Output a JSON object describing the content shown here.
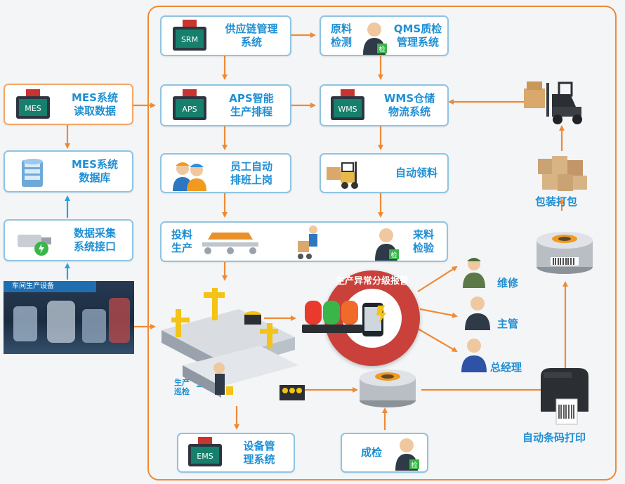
{
  "colors": {
    "accent": "#1f8fd3",
    "arrow": "#ee8a35",
    "border": "#8fc4e2"
  },
  "left": {
    "mes_read": "MES系统\n读取数据",
    "mes_db": "MES系统\n数据库",
    "data_collect": "数据采集\n系统接口",
    "workshop": "车间生产设备"
  },
  "flow": {
    "srm": "供应链管理\n系统",
    "qms": "QMS质检\n管理系统",
    "raw": "原料\n检测",
    "aps": "APS智能\n生产排程",
    "wms": "WMS仓储\n物流系统",
    "staff": "员工自动\n排班上岗",
    "auto_pick": "自动领料",
    "feed": "投料\n生产",
    "incoming": "来料\n检验",
    "alarm": "生产异常分级报警",
    "patrol": "生产\n巡检",
    "ems": "设备管\n理系统",
    "final": "成检",
    "packing": "包装打包",
    "barcode": "自动条码打印"
  },
  "roles": {
    "repair": "维修",
    "manager": "主管",
    "gm": "总经理"
  },
  "badges": {
    "mes": "MES",
    "srm": "SRM",
    "aps": "APS",
    "wms": "WMS",
    "ems": "EMS",
    "check": "检"
  }
}
